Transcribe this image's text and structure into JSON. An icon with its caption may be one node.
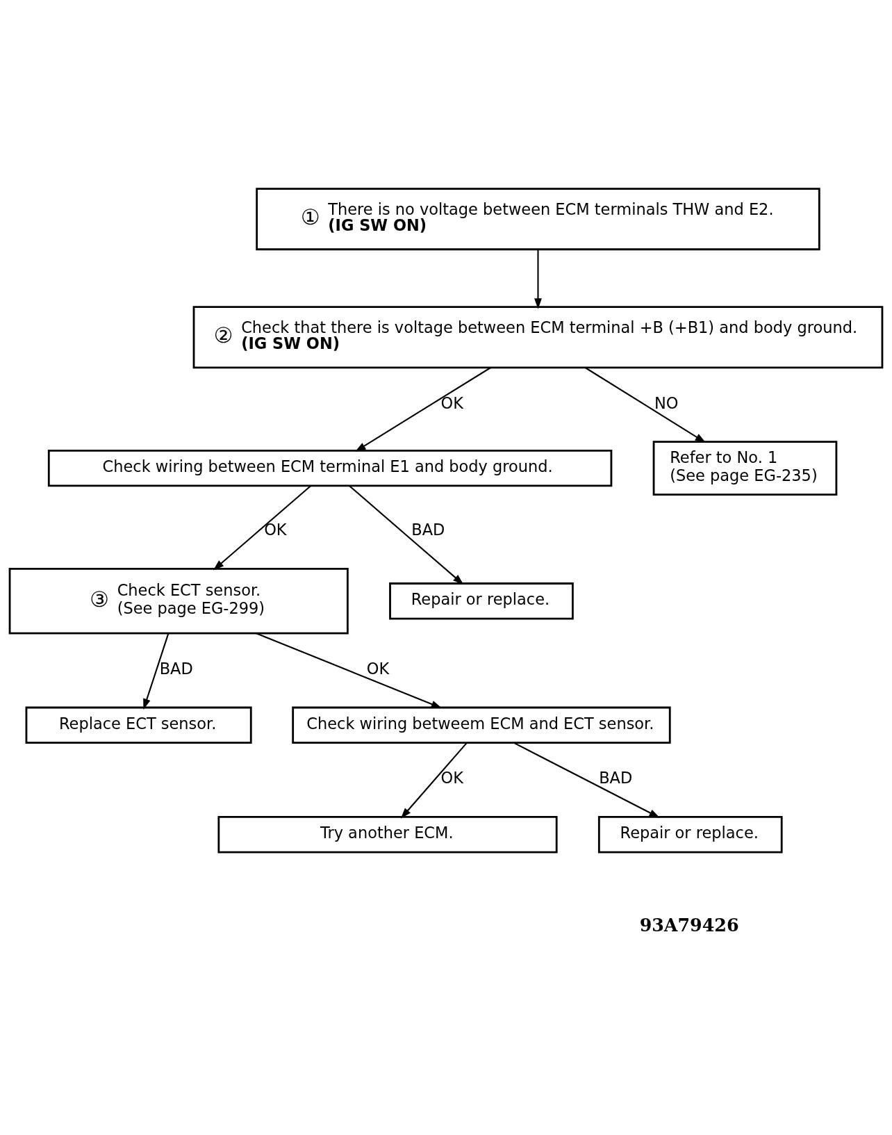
{
  "diagram": {
    "nodes": [
      {
        "text": [
          "①",
          "There is no voltage between ECM terminals THW and E2.",
          "(IG SW ON)"
        ]
      },
      {
        "text": [
          "②",
          "Check that there is voltage between ECM terminal +B (+B1) and body ground.",
          "(IG SW ON)"
        ]
      },
      {
        "text": [
          "Refer to No. 1",
          "(See page EG-235)"
        ]
      },
      {
        "text": [
          "Check wiring between ECM terminal E1 and body ground."
        ]
      },
      {
        "text": [
          "③",
          "Check ECT sensor.",
          "(See page EG-299)"
        ]
      },
      {
        "text": [
          "Repair or replace."
        ]
      },
      {
        "text": [
          "Replace ECT sensor."
        ]
      },
      {
        "text": [
          "Check wiring betweem ECM and ECT sensor."
        ]
      },
      {
        "text": [
          "Try another ECM."
        ]
      },
      {
        "text": [
          "Repair or replace."
        ]
      }
    ],
    "edges": [
      {
        "from": 0,
        "to": 1,
        "arrow": "to"
      },
      {
        "from": 1,
        "to": 3,
        "arrow": "to",
        "label": "OK"
      },
      {
        "from": 1,
        "to": 2,
        "arrow": "to",
        "label": "NO"
      },
      {
        "from": 3,
        "to": 4,
        "arrow": "to",
        "label": "OK"
      },
      {
        "from": 3,
        "to": 5,
        "arrow": "to",
        "label": "BAD"
      },
      {
        "from": 4,
        "to": 6,
        "arrow": "to",
        "label": "BAD"
      },
      {
        "from": 4,
        "to": 7,
        "arrow": "to",
        "label": "OK"
      },
      {
        "from": 7,
        "to": 8,
        "arrow": "to",
        "label": "OK"
      },
      {
        "from": 7,
        "to": 9,
        "arrow": "to",
        "label": "BAD"
      }
    ],
    "labels": [
      "93A79426"
    ]
  }
}
